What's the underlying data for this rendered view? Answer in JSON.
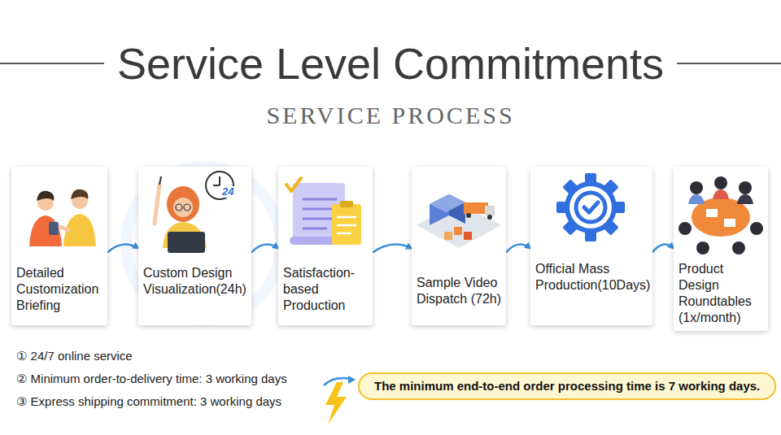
{
  "diagram": {
    "title": "Service Level Commitments",
    "nodes": [
      {
        "text": [
          "Detailed Customization Briefing"
        ]
      },
      {
        "text": [
          "Custom Design Visualization(24h)"
        ]
      },
      {
        "text": [
          "Satisfaction-based Production"
        ]
      },
      {
        "text": [
          "Sample Video Dispatch (72h)"
        ]
      },
      {
        "text": [
          "Official Mass Production(10Days)"
        ]
      },
      {
        "text": [
          "Product Design Roundtables (1x/month)"
        ]
      },
      {
        "text": [
          "The minimum end-to-end order processing time is 7 working days."
        ]
      }
    ],
    "edges": [
      {
        "from": 0,
        "to": 1,
        "arrow": "to"
      },
      {
        "from": 1,
        "to": 2,
        "arrow": "to"
      },
      {
        "from": 2,
        "to": 3,
        "arrow": "to"
      },
      {
        "from": 3,
        "to": 4,
        "arrow": "to"
      },
      {
        "from": 4,
        "to": 5,
        "arrow": "to"
      }
    ],
    "labels": [
      "SERVICE PROCESS",
      "24",
      "① 24/7 online service",
      "② Minimum order-to-delivery time: 3 working days",
      "③ Express shipping commitment: 3 working days"
    ]
  }
}
